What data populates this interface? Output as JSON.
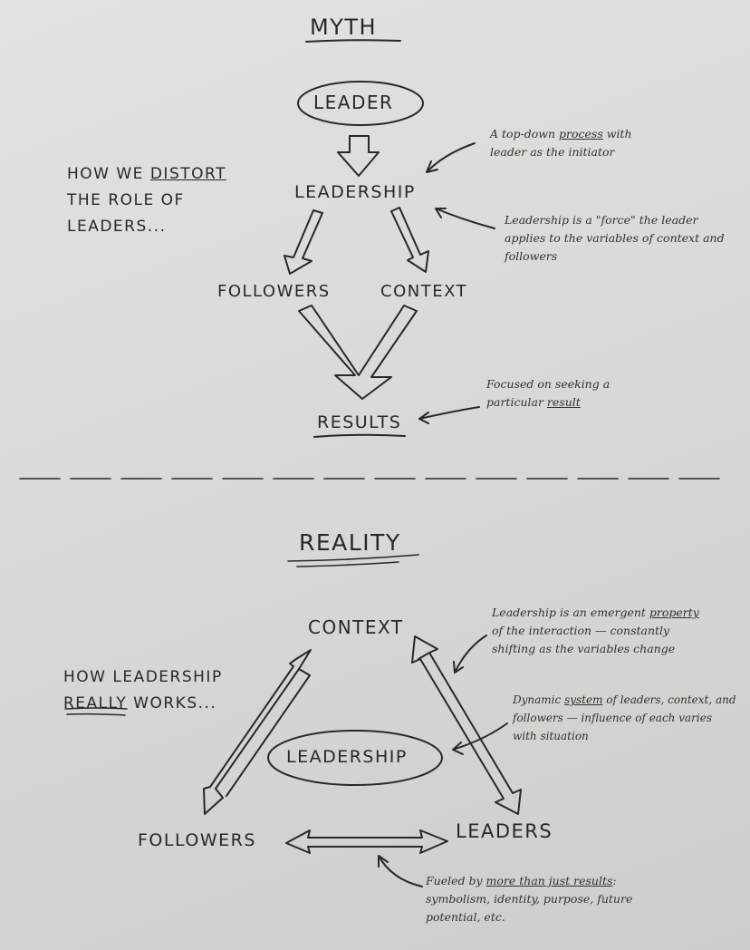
{
  "myth": {
    "title": "MYTH",
    "nodes": {
      "leader": "LEADER",
      "leadership": "LEADERSHIP",
      "followers": "FOLLOWERS",
      "context": "CONTEXT",
      "results": "RESULTS"
    },
    "side_label": [
      "HOW WE ",
      "DISTORT",
      "THE ROLE OF",
      "LEADERS..."
    ],
    "note_top_down": [
      "A top-down ",
      "process",
      " with leader as the initiator"
    ],
    "note_force": "Leadership is a \"force\" the leader applies to the variables of context and followers",
    "note_results": [
      "Focused on seeking a particular ",
      "result"
    ]
  },
  "reality": {
    "title": "REALITY",
    "nodes": {
      "context": "CONTEXT",
      "leadership": "LEADERSHIP",
      "followers": "FOLLOWERS",
      "leaders": "LEADERS"
    },
    "side_label": [
      "HOW LEADERSHIP",
      "REALLY",
      " WORKS..."
    ],
    "note_emergent": [
      "Leadership is an emergent ",
      "property",
      " of the interaction — constantly shifting as the variables change"
    ],
    "note_dynamic": [
      "Dynamic ",
      "system",
      " of leaders, context, and followers — influence of each varies with situation"
    ],
    "note_fueled": [
      "Fueled by ",
      "more than just results",
      ": symbolism, identity, purpose, future potential, etc."
    ]
  },
  "colors": {
    "ink": "#2a2826",
    "paper": "#dcdad6"
  }
}
